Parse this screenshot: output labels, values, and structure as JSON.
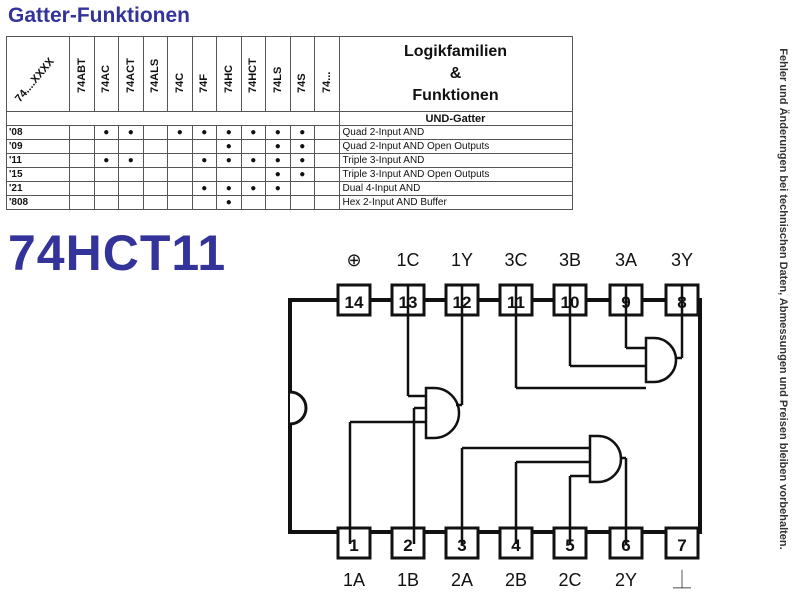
{
  "header": {
    "title": "Gatter-Funktionen"
  },
  "side_note": "Fehler und Änderungen bei technischen Daten, Abmessungen und Preisen bleiben vorbehalten.",
  "table": {
    "corner_label": "74....XXXX",
    "families": [
      "74ABT",
      "74AC",
      "74ACT",
      "74ALS",
      "74C",
      "74F",
      "74HC",
      "74HCT",
      "74LS",
      "74S",
      "74..."
    ],
    "right_header": [
      "Logikfamilien",
      "&",
      "Funktionen"
    ],
    "group_label": "UND-Gatter",
    "dot_char": "●",
    "rows": [
      {
        "code": "'08",
        "marks": [
          0,
          1,
          1,
          0,
          1,
          1,
          1,
          1,
          1,
          1,
          0
        ],
        "desc": "Quad 2-Input AND"
      },
      {
        "code": "'09",
        "marks": [
          0,
          0,
          0,
          0,
          0,
          0,
          1,
          0,
          1,
          1,
          0
        ],
        "desc": "Quad 2-Input AND Open Outputs"
      },
      {
        "code": "'11",
        "marks": [
          0,
          1,
          1,
          0,
          0,
          1,
          1,
          1,
          1,
          1,
          0
        ],
        "desc": "Triple 3-Input AND"
      },
      {
        "code": "'15",
        "marks": [
          0,
          0,
          0,
          0,
          0,
          0,
          0,
          0,
          1,
          1,
          0
        ],
        "desc": "Triple 3-Input AND Open Outputs"
      },
      {
        "code": "'21",
        "marks": [
          0,
          0,
          0,
          0,
          0,
          1,
          1,
          1,
          1,
          0,
          0
        ],
        "desc": "Dual 4-Input AND"
      },
      {
        "code": "'808",
        "marks": [
          0,
          0,
          0,
          0,
          0,
          0,
          1,
          0,
          0,
          0,
          0
        ],
        "desc": "Hex 2-Input AND Buffer"
      }
    ]
  },
  "chip": {
    "name": "74HCT11",
    "top_pins": [
      {
        "num": "14",
        "label": "⊕"
      },
      {
        "num": "13",
        "label": "1C"
      },
      {
        "num": "12",
        "label": "1Y"
      },
      {
        "num": "11",
        "label": "3C"
      },
      {
        "num": "10",
        "label": "3B"
      },
      {
        "num": "9",
        "label": "3A"
      },
      {
        "num": "8",
        "label": "3Y"
      }
    ],
    "bottom_pins": [
      {
        "num": "1",
        "label": "1A"
      },
      {
        "num": "2",
        "label": "1B"
      },
      {
        "num": "3",
        "label": "2A"
      },
      {
        "num": "4",
        "label": "2B"
      },
      {
        "num": "5",
        "label": "2C"
      },
      {
        "num": "6",
        "label": "2Y"
      },
      {
        "num": "7",
        "label": "⏊"
      }
    ]
  }
}
